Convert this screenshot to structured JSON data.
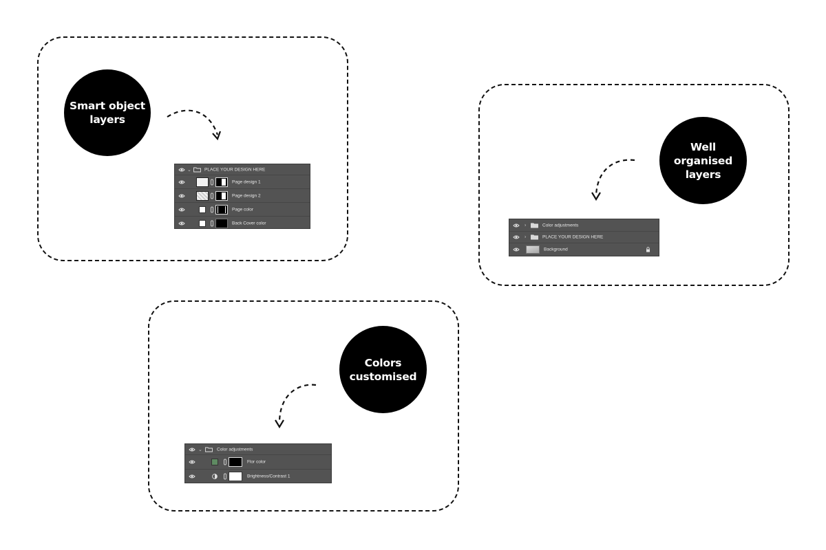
{
  "callouts": {
    "smart": "Smart object\nlayers",
    "organised": "Well\norganised\nlayers",
    "colors": "Colors\ncustomised"
  },
  "panel_smart": {
    "group_label": "PLACE YOUR DESIGN HERE",
    "layers": [
      "Page design 1",
      "Page design 2",
      "Page color",
      "Back Cover color"
    ]
  },
  "panel_organised": {
    "layers": [
      "Color adjustments",
      "PLACE YOUR DESIGN HERE",
      "Background"
    ]
  },
  "panel_colors": {
    "group_label": "Color adjustments",
    "layers": [
      "Flor color",
      "Brightness/Contrast 1"
    ]
  },
  "colors": {
    "panel_bg": "#535353",
    "flor_swatch": "#5f8a62",
    "bubble": "#000000"
  }
}
